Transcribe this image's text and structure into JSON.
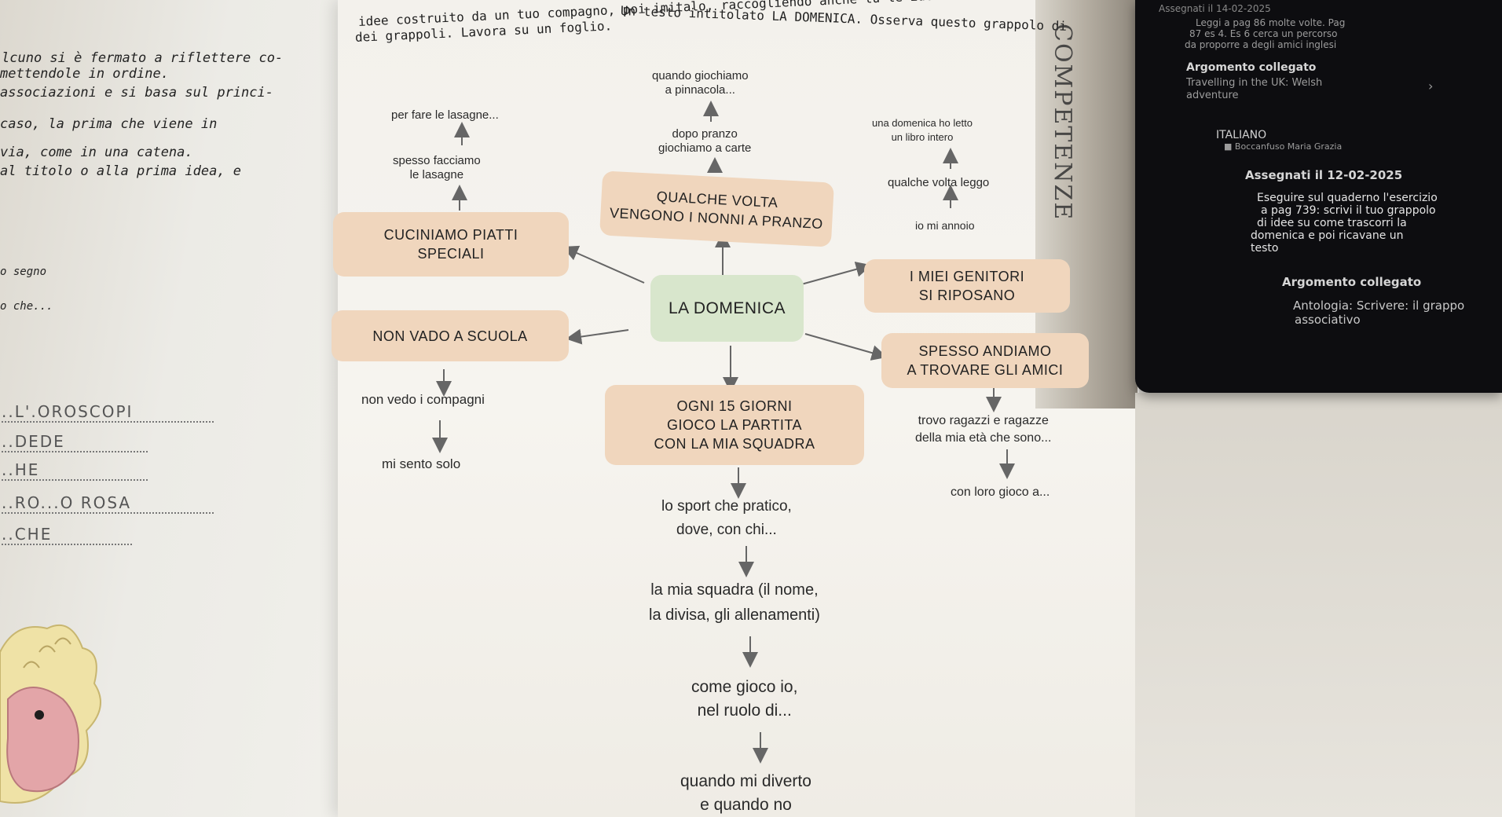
{
  "left_page": {
    "lines": [
      "lcuno si è fermato a riflettere co-",
      "mettendole in ordine.",
      "associazioni e si basa sul princi-",
      "caso, la prima che viene in",
      "via, come in una catena.",
      "al titolo o alla prima idea, e",
      "o segno",
      "o che..."
    ],
    "handwritten": [
      "..L'.OROSCOPI",
      "..DEDE",
      "..HE",
      "..RO...O ROSA",
      "..CHE"
    ]
  },
  "main_page": {
    "intro_lines": [
      "idee costruito da un tuo compagno, poi imitalo, raccogliendo anche tu le idee con il metodo",
      "dei grappoli. Lavora su un foglio.",
      "Un testo intitolato LA DOMENICA. Osserva questo grappolo di"
    ],
    "center": "LA DOMENICA",
    "boxes": {
      "qualche_volta": [
        "QUALCHE VOLTA",
        "VENGONO I NONNI A PRANZO"
      ],
      "cuciniamo": [
        "CUCINIAMO PIATTI",
        "SPECIALI"
      ],
      "non_vado": [
        "NON VADO A SCUOLA"
      ],
      "genitori": [
        "I MIEI GENITORI",
        "SI RIPOSANO"
      ],
      "andiamo": [
        "SPESSO ANDIAMO",
        "A TROVARE GLI AMICI"
      ],
      "giorni": [
        "OGNI 15 GIORNI",
        "GIOCO LA PARTITA",
        "CON LA MIA SQUADRA"
      ]
    },
    "texts": {
      "giochiamo": [
        "quando giochiamo",
        "a pinnacola..."
      ],
      "lasagne_top": "per fare le lasagne...",
      "dopo_pranzo": [
        "dopo pranzo",
        "giochiamo a carte"
      ],
      "domenica_letto": [
        "una domenica ho letto",
        "un libro intero"
      ],
      "spesso": [
        "spesso facciamo",
        "le lasagne"
      ],
      "qualche_volta_leggo": "qualche volta leggo",
      "annoio": "io mi annoio",
      "compagni": "non vedo i compagni",
      "solo": "mi sento solo",
      "ragazzi": [
        "trovo ragazzi e ragazze",
        "della mia età che sono..."
      ],
      "gioco_con": "con loro gioco a...",
      "sport": [
        "lo sport che pratico,",
        "dove, con chi..."
      ],
      "squadra": [
        "la mia squadra (il nome,",
        "la divisa, gli allenamenti)"
      ],
      "gioco_io": [
        "come gioco io,",
        "nel ruolo di..."
      ],
      "diverto": [
        "quando mi diverto",
        "e quando no"
      ]
    },
    "stamp": "COMPETENZE"
  },
  "tablet": {
    "assigned_top": "Assegnati il 14-02-2025",
    "task_top": [
      "Leggi a pag 86 molte volte. Pag",
      "87 es 4. Es 6 cerca un percorso",
      "da proporre a degli amici inglesi"
    ],
    "related_label_1": "Argomento collegato",
    "related_value_1": [
      "Travelling in the UK: Welsh",
      "adventure"
    ],
    "chevron": "›",
    "subject": "ITALIANO",
    "teacher": "Boccanfuso Maria Grazia",
    "assigned": "Assegnati il 12-02-2025",
    "task": [
      "Eseguire sul quaderno l'esercizio",
      "a pag 739: scrivi il tuo grappolo",
      "di idee su come trascorri la",
      "domenica e poi ricavane un",
      "testo"
    ],
    "related_label_2": "Argomento collegato",
    "related_value_2": [
      "Antologia: Scrivere: il grappo",
      "associativo"
    ]
  }
}
